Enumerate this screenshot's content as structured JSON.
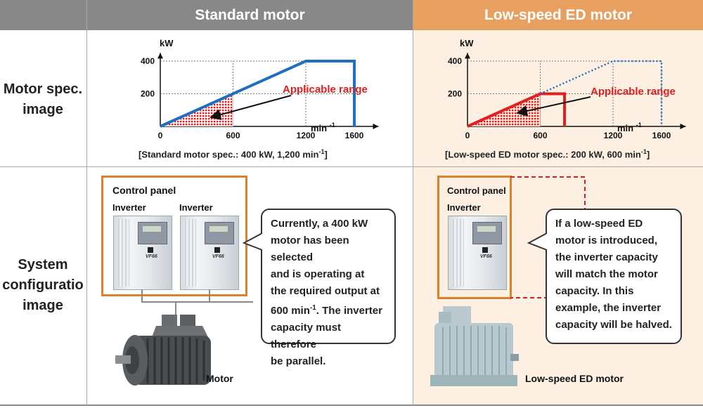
{
  "header": {
    "standard_title": "Standard motor",
    "lowspeed_title": "Low-speed ED motor",
    "standard_bg": "#888888",
    "lowspeed_bg": "#e8a060"
  },
  "rows": {
    "spec_label": [
      "Motor spec.",
      "image"
    ],
    "system_label": [
      "System",
      "configuratio",
      "image"
    ]
  },
  "standard_chart": {
    "y_unit": "kW",
    "x_unit": "min",
    "x_unit_exp": "-1",
    "annotation": "Applicable range",
    "caption": "[Standard motor spec.: 400 kW, 1,200 min",
    "caption_exp": "-1",
    "caption_end": "]"
  },
  "lowspeed_chart": {
    "y_unit": "kW",
    "x_unit": "min",
    "x_unit_exp": "-1",
    "annotation": "Applicable range",
    "caption": "[Low-speed ED motor spec.: 200 kW, 600 min",
    "caption_exp": "-1",
    "caption_end": "]"
  },
  "chart_data": [
    {
      "type": "line",
      "title": "",
      "xlabel": "min -1",
      "ylabel": "kW",
      "x_ticks": [
        0,
        600,
        1200,
        1600
      ],
      "y_ticks": [
        200,
        400
      ],
      "xlim": [
        0,
        1800
      ],
      "ylim": [
        0,
        450
      ],
      "series": [
        {
          "x": [
            0,
            1200,
            1600,
            1600
          ],
          "y": [
            0,
            400,
            400,
            0
          ],
          "style": "solid",
          "color": "#1e6fc0"
        }
      ],
      "highlight": {
        "label": "Applicable range",
        "x": [
          0,
          600
        ],
        "y": [
          0,
          200
        ],
        "color": "#e02020"
      }
    },
    {
      "type": "line",
      "title": "",
      "xlabel": "min -1",
      "ylabel": "kW",
      "x_ticks": [
        0,
        600,
        1200,
        1600
      ],
      "y_ticks": [
        200,
        400
      ],
      "xlim": [
        0,
        1800
      ],
      "ylim": [
        0,
        450
      ],
      "series": [
        {
          "x": [
            0,
            600,
            800,
            800
          ],
          "y": [
            0,
            200,
            200,
            0
          ],
          "style": "solid",
          "color": "#e02020"
        },
        {
          "x": [
            600,
            1200,
            1600,
            1600
          ],
          "y": [
            200,
            400,
            400,
            0
          ],
          "style": "dotted",
          "color": "#1e6fc0"
        }
      ],
      "highlight": {
        "label": "Applicable range",
        "x": [
          0,
          600
        ],
        "y": [
          0,
          200
        ],
        "color": "#e02020"
      }
    }
  ],
  "standard_system": {
    "panel_title": "Control panel",
    "inverter1": "Inverter",
    "inverter2": "Inverter",
    "motor_label": "Motor",
    "bubble_lines": [
      "Currently, a 400 kW",
      "motor has been selected",
      "and is operating at",
      "the required output at"
    ],
    "bubble_rpm": "600 min",
    "bubble_rpm_exp": "-1",
    "bubble_rpm_tail": ". The inverter",
    "bubble_tail": [
      "capacity must therefore",
      "be parallel."
    ],
    "inverter_model": "VF66"
  },
  "lowspeed_system": {
    "panel_title": "Control panel",
    "inverter1": "Inverter",
    "motor_label": "Low-speed ED motor",
    "bubble_lines": [
      "If a low-speed ED",
      "motor is introduced,",
      "the inverter capacity",
      "will match the motor",
      "capacity. In this",
      "example, the inverter",
      "capacity will be halved."
    ],
    "inverter_model": "VF66"
  },
  "colors": {
    "accent_orange": "#d9822b",
    "lowspeed_bg": "#fdf0e3",
    "blue": "#1e6fc0",
    "red": "#e02020"
  }
}
